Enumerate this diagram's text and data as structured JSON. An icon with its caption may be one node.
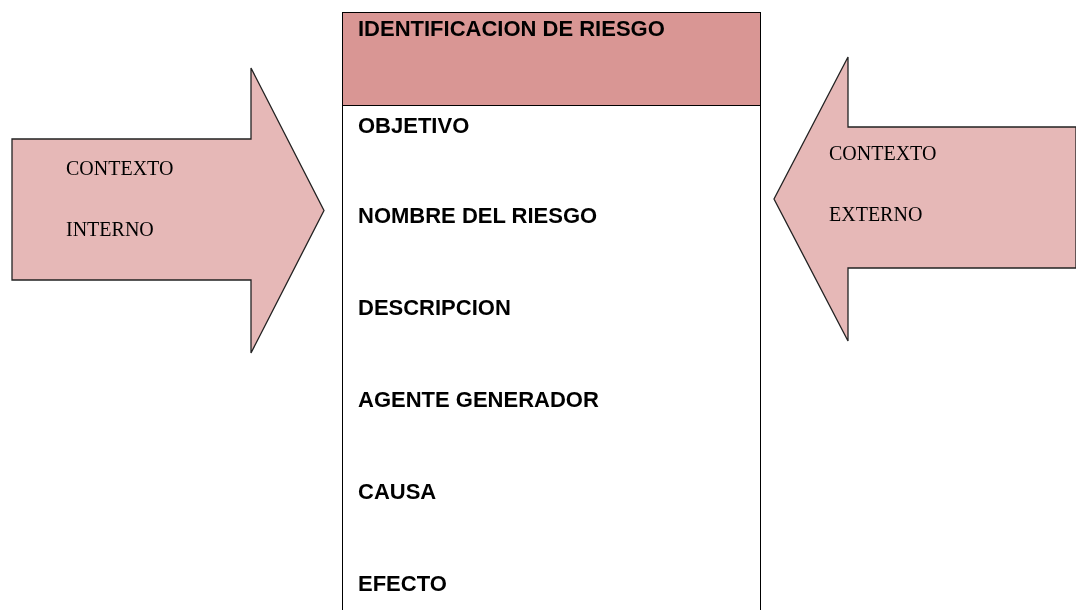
{
  "diagram": {
    "nodes": [
      {
        "text": [
          "OBJETIVO",
          "NOMBRE DEL RIESGO",
          "DESCRIPCION",
          "AGENTE GENERADOR",
          "CAUSA",
          "EFECTO"
        ]
      },
      {
        "text": [
          "IDENTIFICACION DE RIESGO"
        ],
        "in": 0
      },
      {
        "text": [
          "CONTEXTO INTERNO"
        ]
      },
      {
        "text": [
          "CONTEXTO EXTERNO"
        ]
      }
    ],
    "edges": []
  }
}
